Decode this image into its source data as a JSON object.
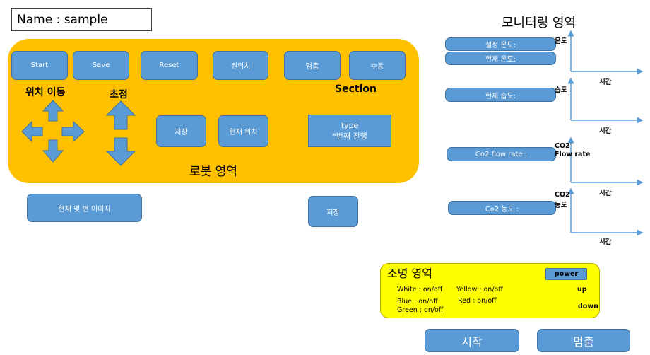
{
  "name_box": "Name : sample",
  "robot": {
    "buttons": {
      "start": "Start",
      "save": "Save",
      "reset": "Reset",
      "home": "원위치",
      "stop": "멈춤",
      "manual": "수동"
    },
    "labels": {
      "position_move": "위치 이동",
      "focus": "초점",
      "section": "Section",
      "area": "로봇 영역"
    },
    "save_btn": "저장",
    "current_pos_btn": "현재 위치",
    "type_line1": "type",
    "type_line2": "*번째 진행"
  },
  "current_image_btn": "현재 몇 번 이미지",
  "bottom_save_btn": "저장",
  "monitor": {
    "title": "모니터링 영역",
    "set_temp": "설정 온도:",
    "cur_temp": "현재 온도:",
    "cur_humidity": "현재 습도:",
    "co2_flow": "Co2 flow rate :",
    "co2_conc": "Co2  농도  :",
    "charts": [
      {
        "ylabel": "온도",
        "xlabel": "시간"
      },
      {
        "ylabel": "습도",
        "xlabel": "시간"
      },
      {
        "ylabel_1": "CO2",
        "ylabel_2": "Flow rate",
        "xlabel": "시간"
      },
      {
        "ylabel_1": "CO2",
        "ylabel_2": "농도",
        "xlabel": "시간"
      }
    ]
  },
  "lighting": {
    "title": "조명 영역",
    "white": "White : on/off",
    "yellow": "Yellow  : on/off",
    "blue": "Blue : on/off",
    "red": "Red  : on/off",
    "green": "Green  : on/off",
    "power": "power",
    "up": "up",
    "down": "down"
  },
  "start_btn": "시작",
  "stop_btn": "멈춤",
  "colors": {
    "button": "#5b9bd5",
    "robot_area": "#ffc000",
    "lighting_area": "#ffff00"
  }
}
